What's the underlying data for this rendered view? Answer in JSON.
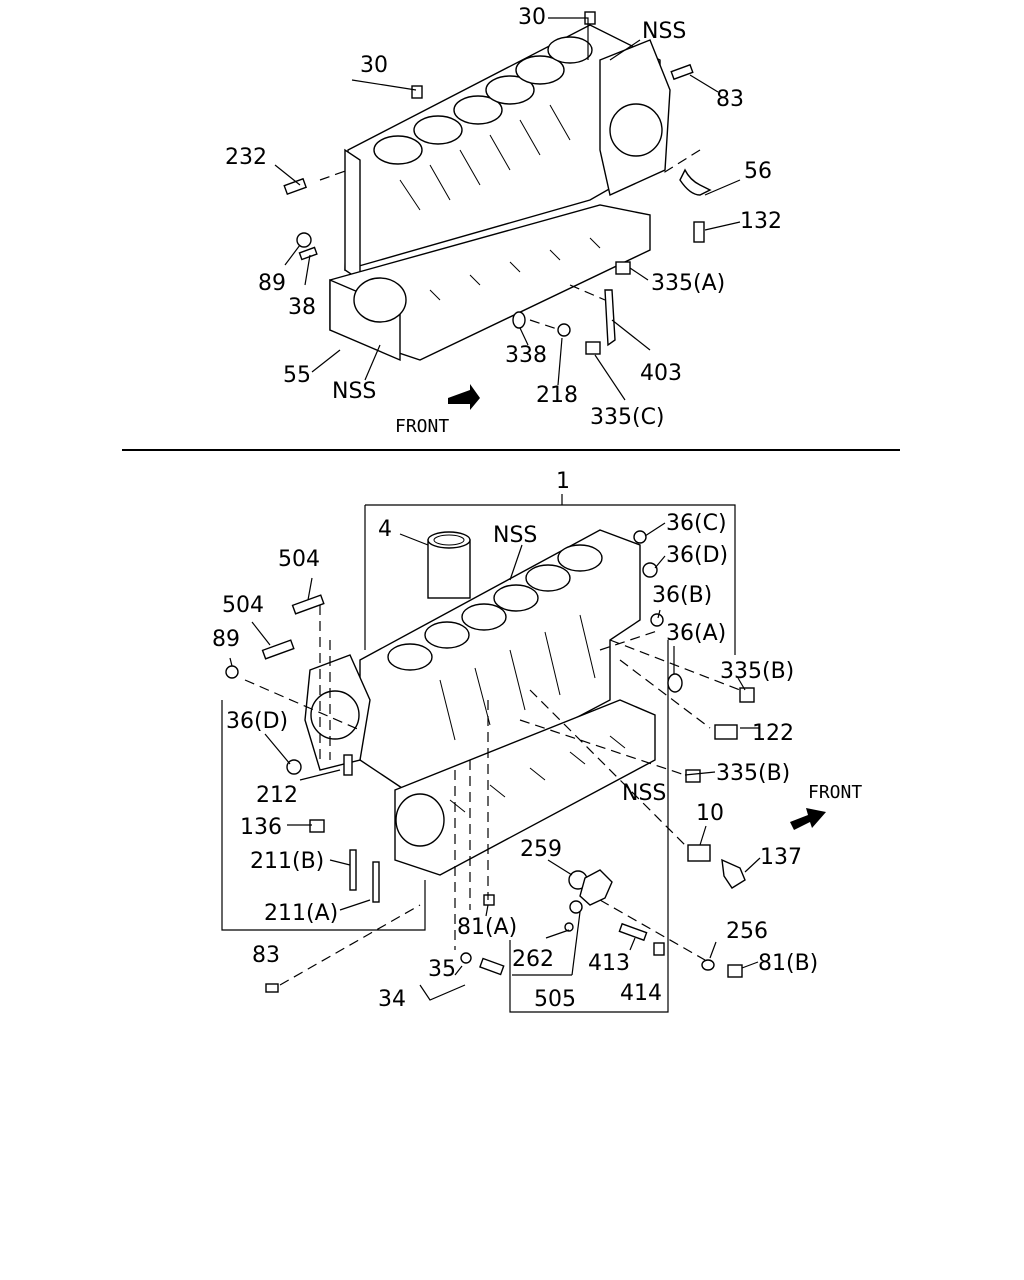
{
  "top_labels": {
    "l30a": "30",
    "l30b": "30",
    "nss1": "NSS",
    "l83": "83",
    "l232": "232",
    "l56": "56",
    "l132": "132",
    "l89": "89",
    "l38": "38",
    "l335a": "335(A)",
    "l338": "338",
    "l403": "403",
    "l55": "55",
    "nss2": "NSS",
    "l218": "218",
    "l335c": "335(C)",
    "front": "FRONT"
  },
  "bottom_labels": {
    "l1": "1",
    "l4": "4",
    "nss3": "NSS",
    "l36c": "36(C)",
    "l504a": "504",
    "l36d": "36(D)",
    "l504b": "504",
    "l36b": "36(B)",
    "l89": "89",
    "l36a": "36(A)",
    "l335b1": "335(B)",
    "l36d2": "36(D)",
    "l122": "122",
    "l212": "212",
    "l335b2": "335(B)",
    "nss4": "NSS",
    "front": "FRONT",
    "l136": "136",
    "l10": "10",
    "l259": "259",
    "l137": "137",
    "l211b": "211(B)",
    "l211a": "211(A)",
    "l81a": "81(A)",
    "l256": "256",
    "l83": "83",
    "l262": "262",
    "l413": "413",
    "l81b": "81(B)",
    "l35": "35",
    "l414": "414",
    "l34": "34",
    "l505": "505"
  }
}
